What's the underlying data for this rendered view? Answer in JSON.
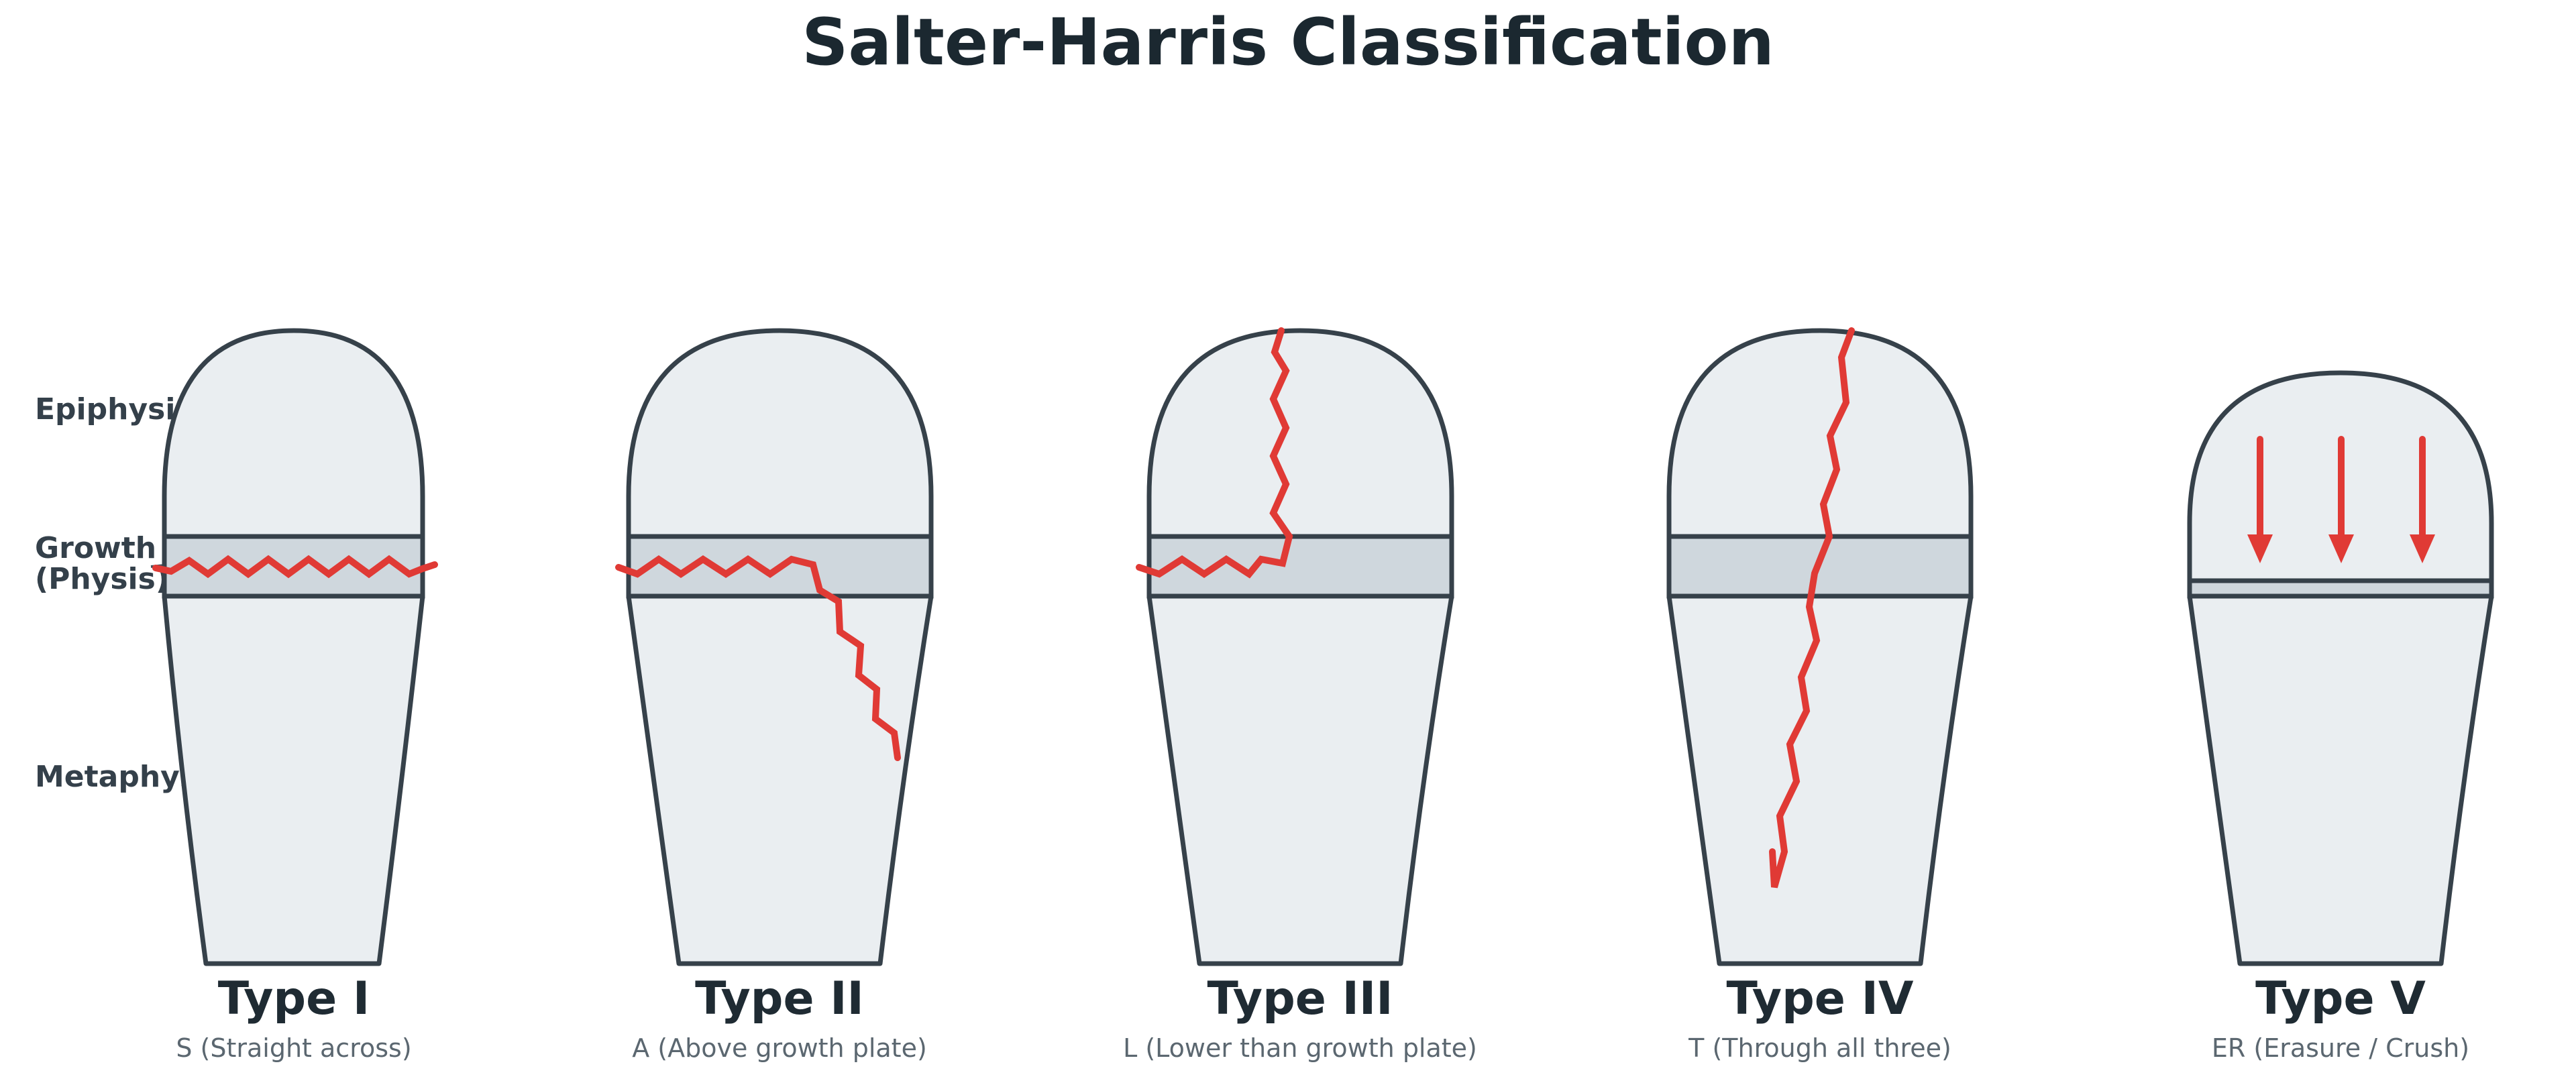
{
  "title": "Salter-Harris Classification",
  "labels": {
    "epiphysis": "Epiphysis",
    "growth_plate_line1": "Growth Plate",
    "growth_plate_line2": "(Physis)",
    "metaphysis": "Metaphysis"
  },
  "types": [
    {
      "name": "Type I",
      "mnemonic": "S (Straight across)"
    },
    {
      "name": "Type II",
      "mnemonic": "A (Above growth plate)"
    },
    {
      "name": "Type III",
      "mnemonic": "L (Lower than growth plate)"
    },
    {
      "name": "Type IV",
      "mnemonic": "T (Through all three)"
    },
    {
      "name": "Type V",
      "mnemonic": "ER (Erasure / Crush)"
    }
  ],
  "colors": {
    "bone_fill": "#eaeef1",
    "physis_fill": "#cfd7dd",
    "outline": "#36414a",
    "fracture": "#e03a35",
    "title": "#1b2830"
  }
}
